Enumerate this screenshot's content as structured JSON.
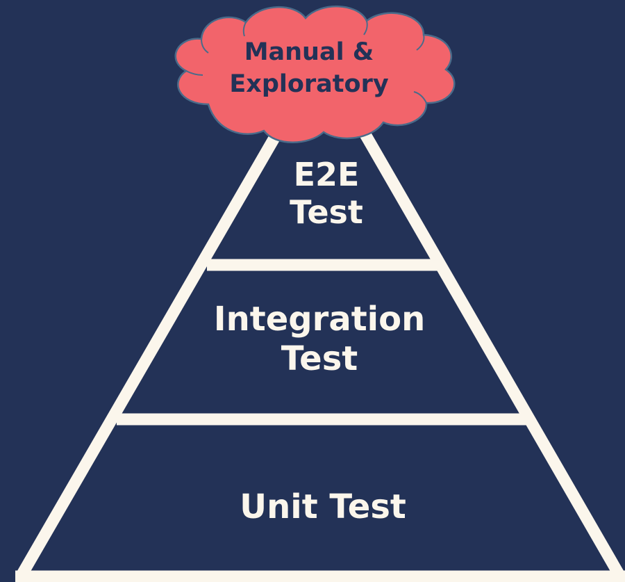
{
  "colors": {
    "background": "#233257",
    "pyramid_stroke": "#fbf6ec",
    "tier_text": "#fbf6ec",
    "cloud_fill": "#f2646b",
    "cloud_stroke": "#4a6b8a",
    "cloud_text": "#233257"
  },
  "cloud": {
    "line1": "Manual &",
    "line2": "Exploratory"
  },
  "tiers": {
    "top": {
      "line1": "E2E",
      "line2": "Test"
    },
    "middle": {
      "line1": "Integration",
      "line2": "Test"
    },
    "bottom": {
      "line1": "Unit Test"
    }
  }
}
